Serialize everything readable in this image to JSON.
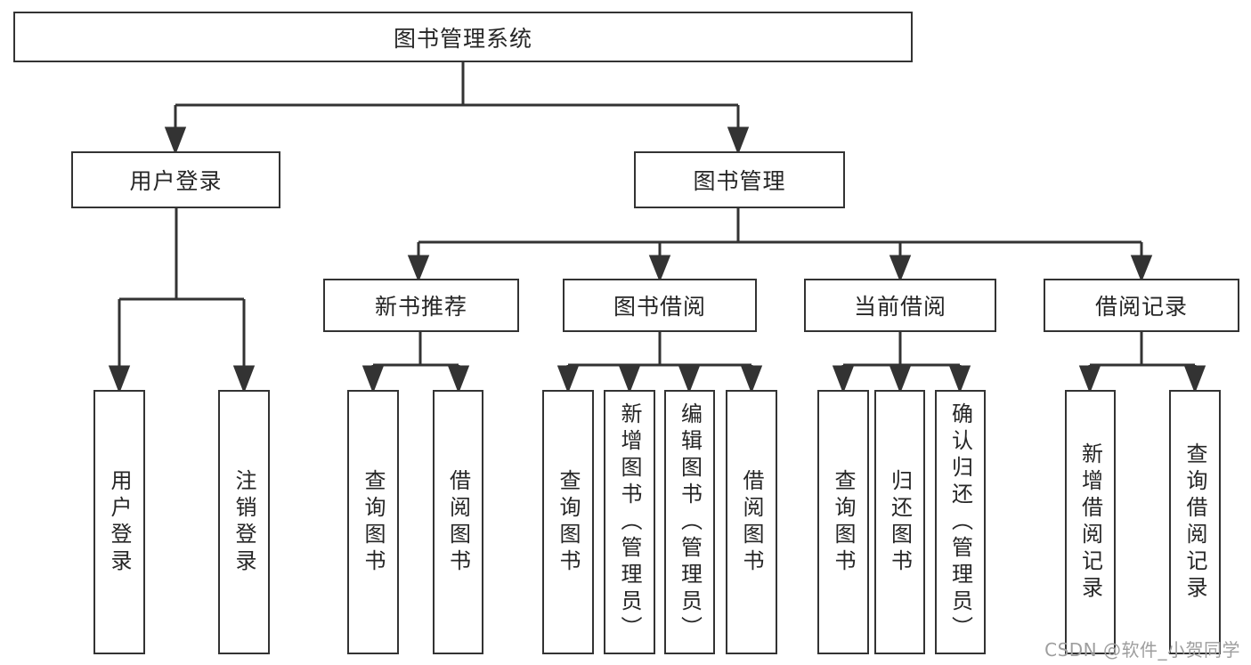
{
  "page": {
    "background": "#ffffff",
    "line_color": "#333333",
    "text_color": "#262626"
  },
  "tree": {
    "root": {
      "label": "图书管理系统",
      "children": [
        {
          "label": "用户登录",
          "children": [
            {
              "label": "用户登录"
            },
            {
              "label": "注销登录"
            }
          ]
        },
        {
          "label": "图书管理",
          "children": [
            {
              "label": "新书推荐",
              "children": [
                {
                  "label": "查询图书"
                },
                {
                  "label": "借阅图书"
                }
              ]
            },
            {
              "label": "图书借阅",
              "children": [
                {
                  "label": "查询图书"
                },
                {
                  "label": "新增图书（管理员）"
                },
                {
                  "label": "编辑图书（管理员）"
                },
                {
                  "label": "借阅图书"
                }
              ]
            },
            {
              "label": "当前借阅",
              "children": [
                {
                  "label": "查询图书"
                },
                {
                  "label": "归还图书"
                },
                {
                  "label": "确认归还（管理员）"
                }
              ]
            },
            {
              "label": "借阅记录",
              "children": [
                {
                  "label": "新增借阅记录"
                },
                {
                  "label": "查询借阅记录"
                }
              ]
            }
          ]
        }
      ]
    }
  },
  "watermark": {
    "text": "CSDN @软件_小贺同学",
    "color": "#9e9e9e"
  }
}
